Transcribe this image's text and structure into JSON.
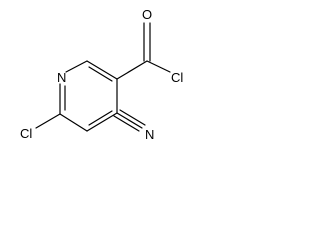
{
  "structure": {
    "atoms": {
      "n_ring": "N",
      "o_carbonyl": "O",
      "cl_acyl": "Cl",
      "cl_ring": "Cl",
      "n_nitrile": "N"
    },
    "colors": {
      "ink": "#000000",
      "background": "#ffffff"
    }
  }
}
